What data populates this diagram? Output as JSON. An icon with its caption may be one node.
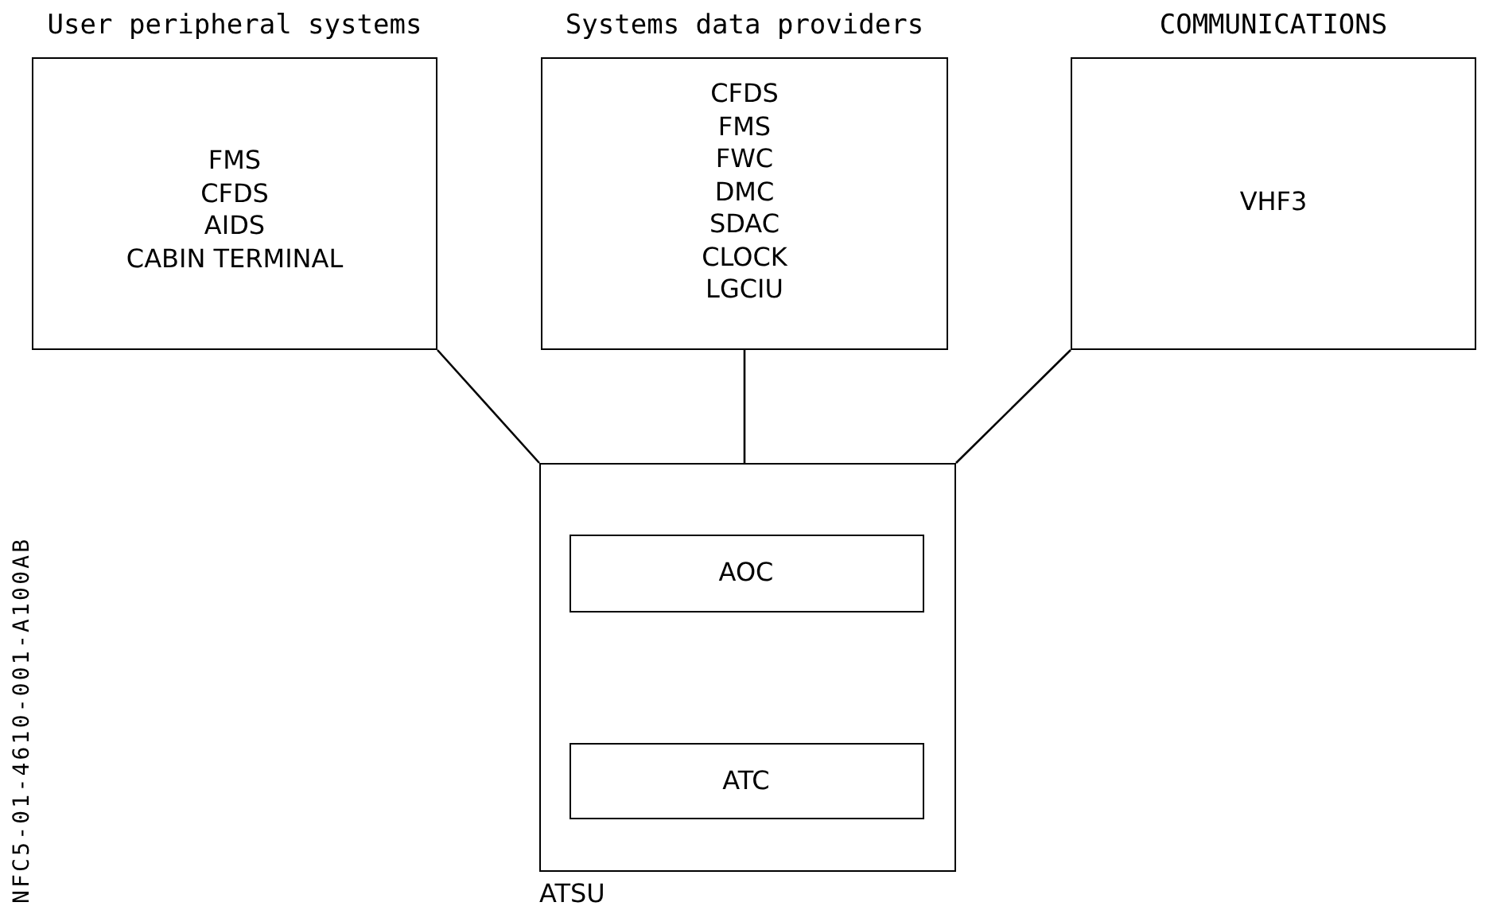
{
  "diagram": {
    "nodes": [
      {
        "text": [
          "User peripheral systems",
          "FMS",
          "CFDS",
          "AIDS",
          "CABIN TERMINAL"
        ]
      },
      {
        "text": [
          "Systems data providers",
          "CFDS",
          "FMS",
          "FWC",
          "DMC",
          "SDAC",
          "CLOCK",
          "LGCIU"
        ]
      },
      {
        "text": [
          "COMMUNICATIONS",
          "VHF3"
        ]
      },
      {
        "text": [
          "ATSU"
        ]
      },
      {
        "text": [
          "AOC"
        ],
        "in": 3
      },
      {
        "text": [
          "ATC"
        ],
        "in": 3
      }
    ],
    "edges": [
      {
        "from": 0,
        "to": 3,
        "arrow": "none"
      },
      {
        "from": 1,
        "to": 3,
        "arrow": "none"
      },
      {
        "from": 2,
        "to": 3,
        "arrow": "none"
      }
    ],
    "labels": [
      "NFC5-01-4610-001-A100AB"
    ]
  }
}
